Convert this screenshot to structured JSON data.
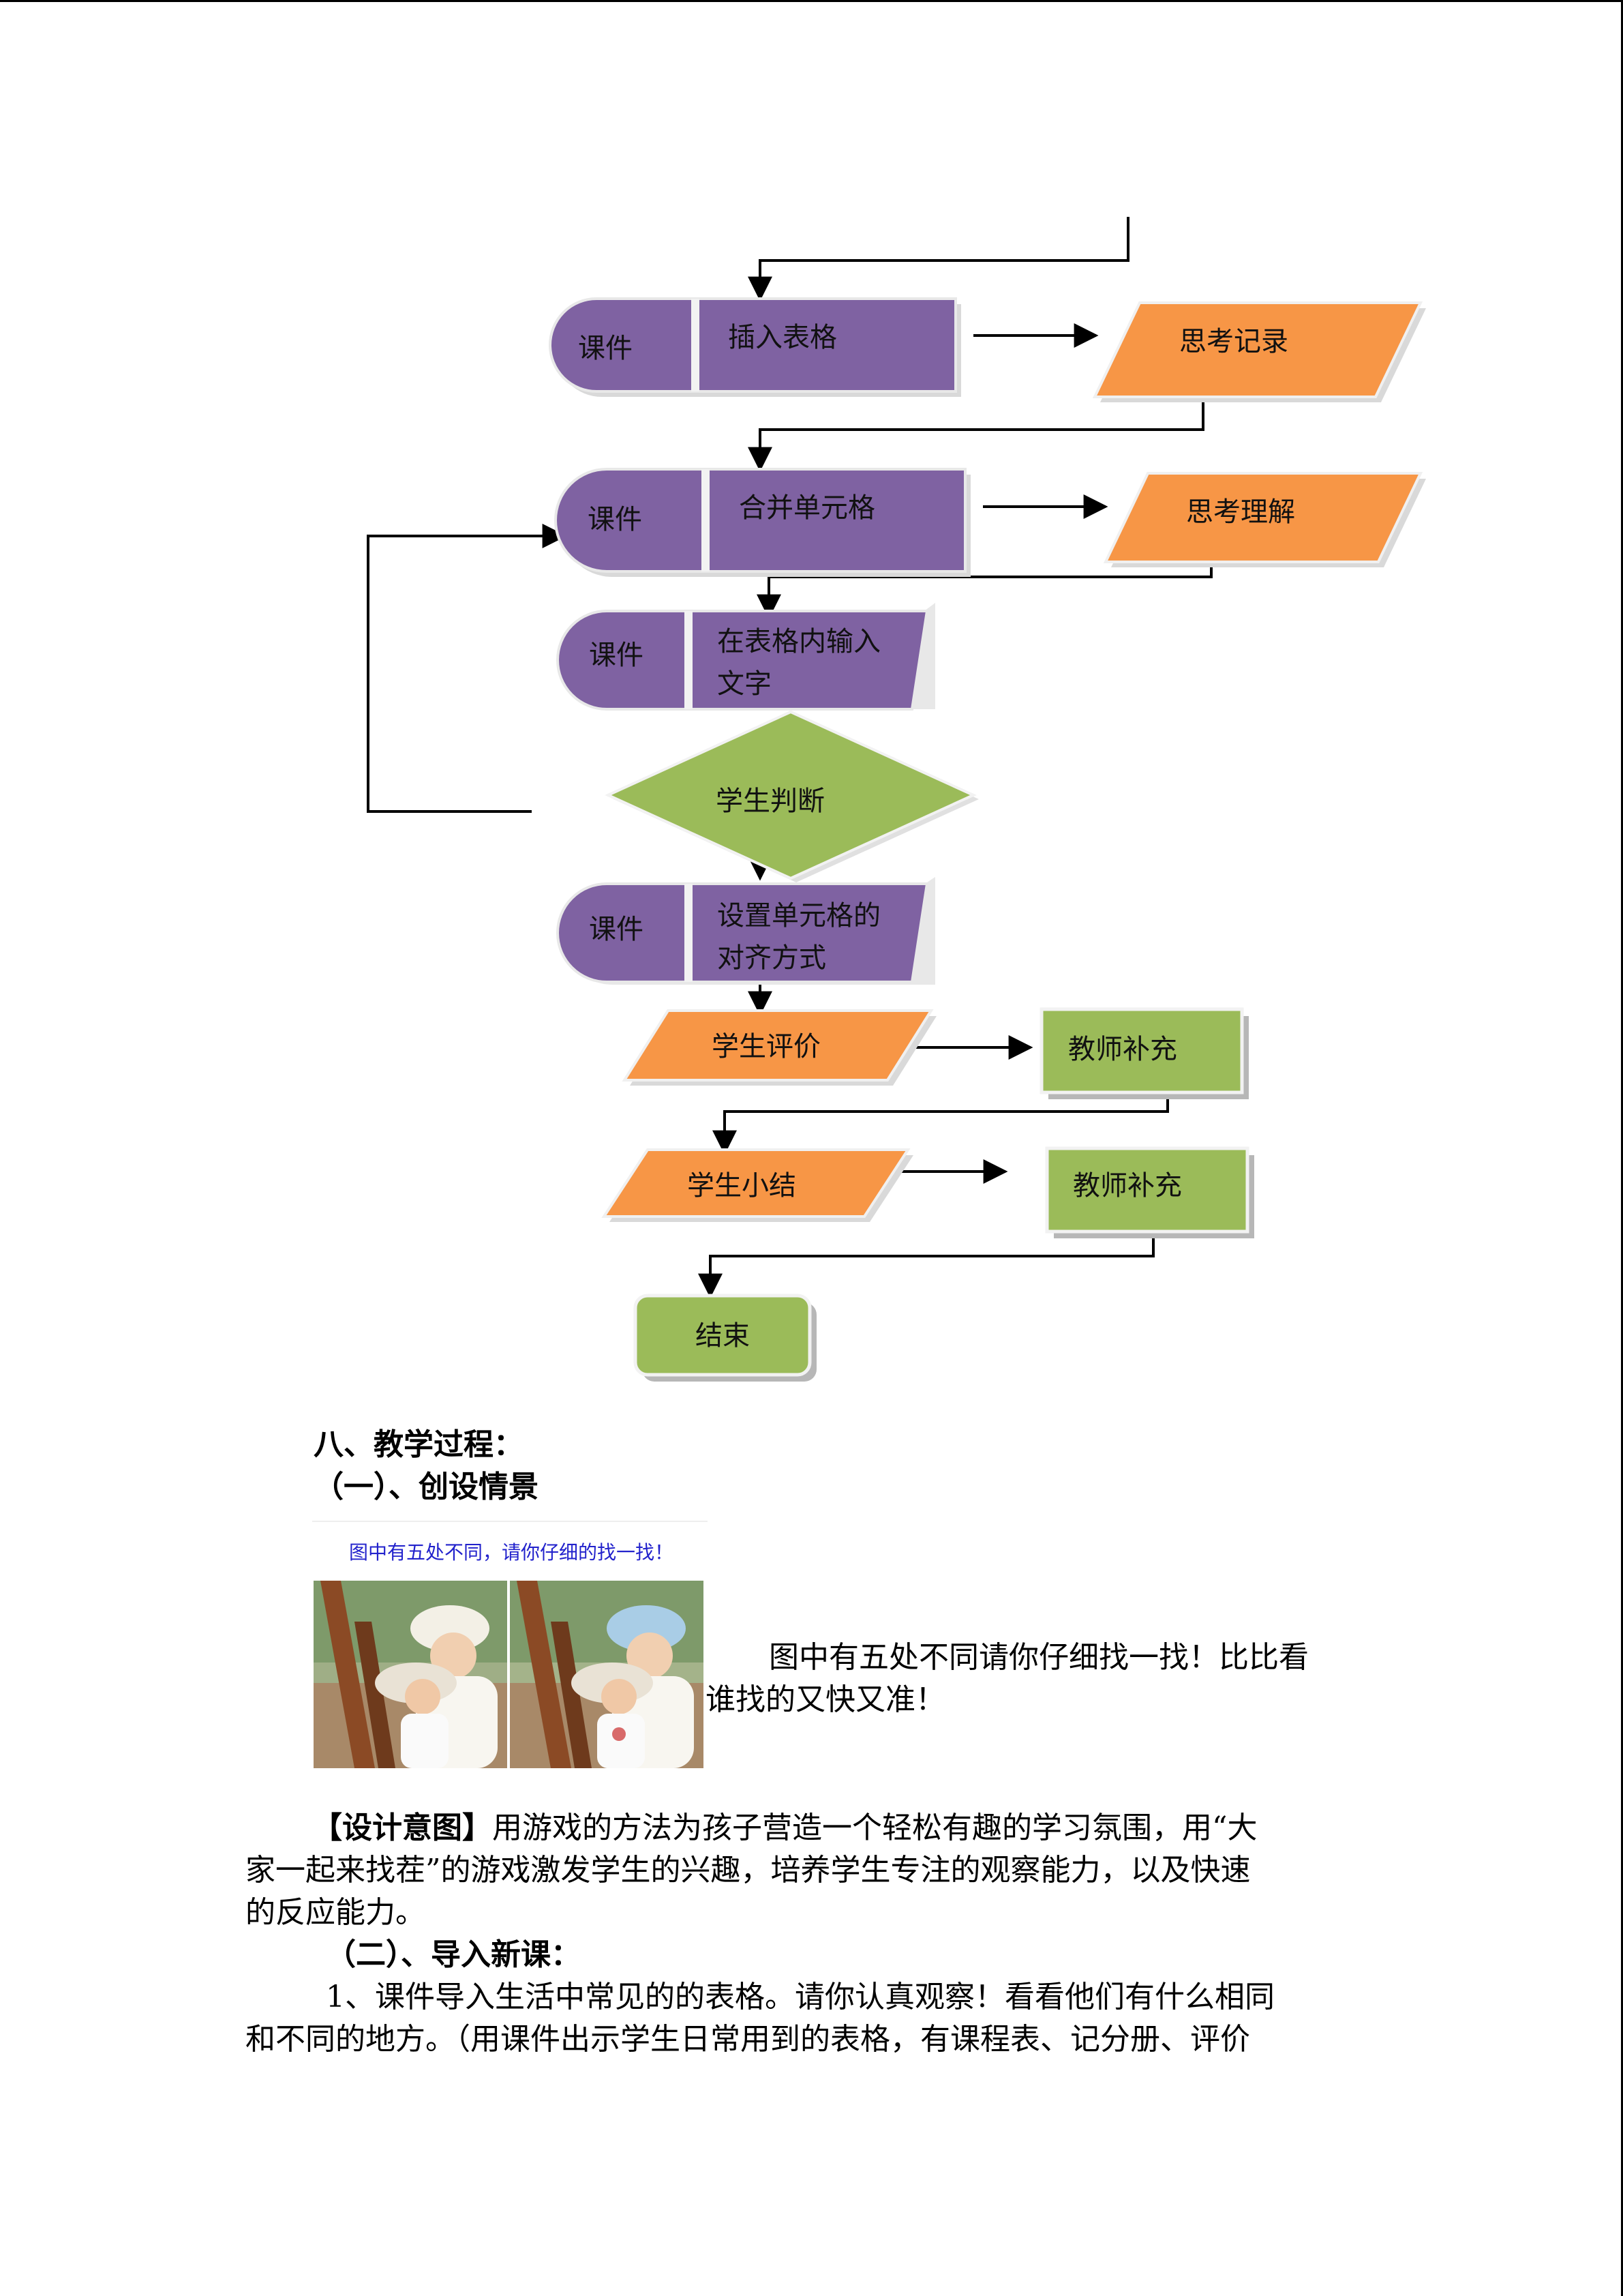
{
  "flowchart": {
    "nodes": {
      "n1_tag": "课件",
      "n1_text": "插入表格",
      "think1": "思考记录",
      "n2_tag": "课件",
      "n2_text": "合并单元格",
      "think2": "思考理解",
      "n3_tag": "课件",
      "n3_line1": "在表格内输入",
      "n3_line2": "文字",
      "decision": "学生判断",
      "n4_tag": "课件",
      "n4_line1": "设置单元格的",
      "n4_line2": "对齐方式",
      "eval": "学生评价",
      "teacher1": "教师补充",
      "summary": "学生小结",
      "teacher2": "教师补充",
      "end": "结束"
    },
    "colors": {
      "purple": "#7f62a2",
      "orange": "#f79646",
      "green": "#9bbb59",
      "shadow": "#d9d9d9"
    }
  },
  "document": {
    "section8": "八、教学过程：",
    "sub1": "（一）、创设情景",
    "photo_caption": "图中有五处不同，请你仔细的找一找！",
    "photo_side_line1": "图中有五处不同请你仔细找一找！比比看",
    "photo_side_line2": "谁找的又快又准！",
    "design_label": "【设计意图】",
    "design_line1": "用游戏的方法为孩子营造一个轻松有趣的学习氛围，用“大",
    "design_line2": "家一起来找茬”的游戏激发学生的兴趣，培养学生专注的观察能力，以及快速",
    "design_line3": "的反应能力。",
    "sub2": "（二）、导入新课：",
    "intro_line1": "1、课件导入生活中常见的的表格。请你认真观察！看看他们有什么相同",
    "intro_line2": "和不同的地方。（用课件出示学生日常用到的表格，有课程表、记分册、评价"
  }
}
